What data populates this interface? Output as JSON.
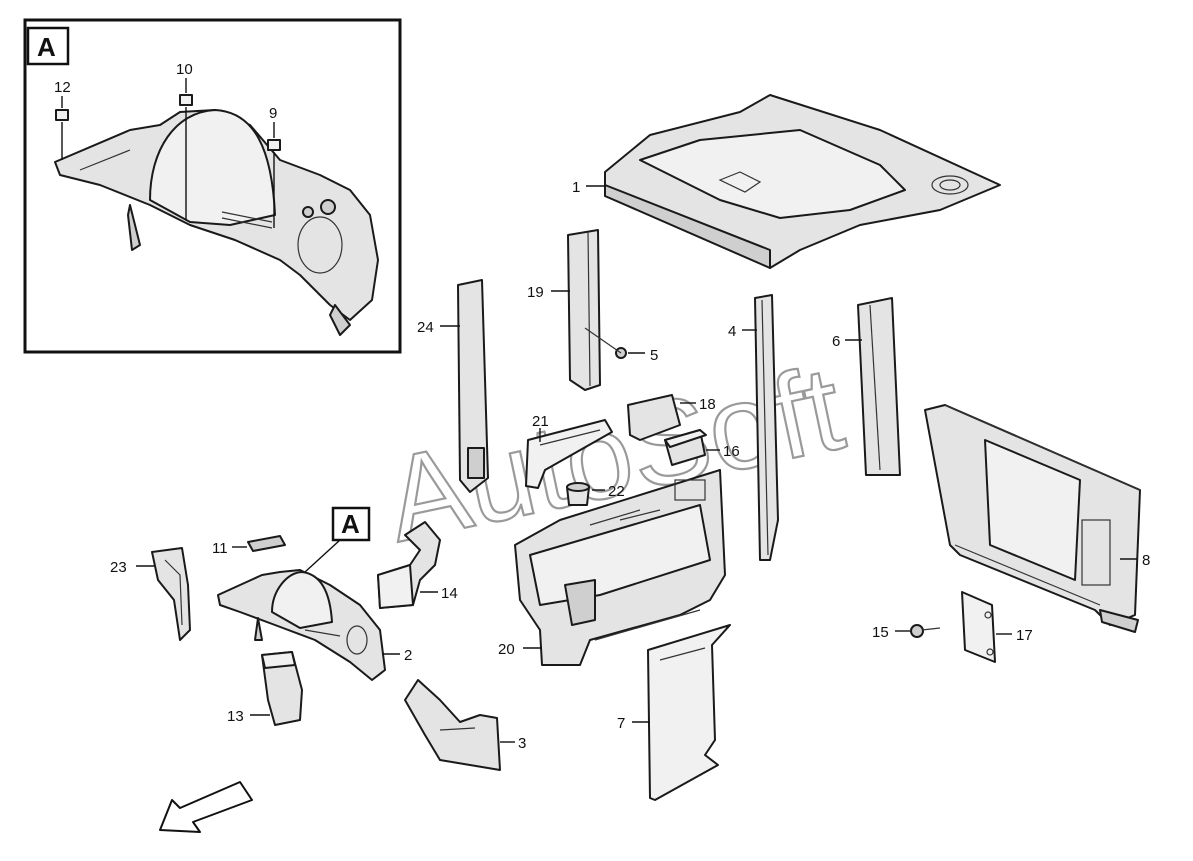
{
  "inset": {
    "label": "A"
  },
  "view_marker": {
    "label": "A"
  },
  "watermark": {
    "text": "AutoSoft"
  },
  "callouts": {
    "c1": "1",
    "c2": "2",
    "c3": "3",
    "c4": "4",
    "c5": "5",
    "c6": "6",
    "c7": "7",
    "c8": "8",
    "c9": "9",
    "c10": "10",
    "c11": "11",
    "c12": "12",
    "c13": "13",
    "c14": "14",
    "c15": "15",
    "c16": "16",
    "c17": "17",
    "c18": "18",
    "c19": "19",
    "c20": "20",
    "c21": "21",
    "c22": "22",
    "c23": "23",
    "c24": "24"
  },
  "icons": {
    "direction_arrow": "forward-arrow-icon"
  }
}
